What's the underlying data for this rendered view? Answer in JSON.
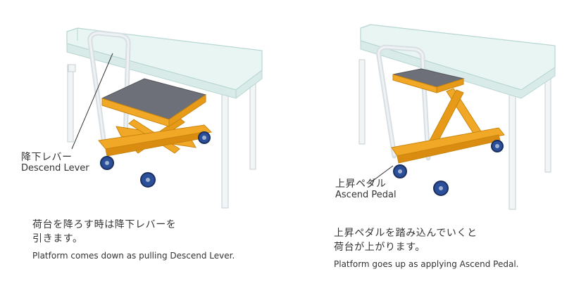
{
  "left": {
    "callout": {
      "jp": "降下レバー",
      "en": "Descend Lever"
    },
    "caption": {
      "jp_lines": [
        "荷台を降ろす時は降下レバーを",
        "引きます。"
      ],
      "en": "Platform comes down as pulling Descend Lever."
    }
  },
  "right": {
    "callout": {
      "jp": "上昇ペダル",
      "en": "Ascend Pedal"
    },
    "caption": {
      "jp_lines": [
        "上昇ペダルを踏み込んでいくと",
        "荷台が上がります。"
      ],
      "en": "Platform goes up as applying Ascend Pedal."
    }
  },
  "colors": {
    "cart_yellow": "#f0a826",
    "platform_grey": "#6d7078",
    "table_white": "#f2f5f6",
    "glass": "#cfe9e6",
    "wheel_blue": "#2c4f9a"
  }
}
